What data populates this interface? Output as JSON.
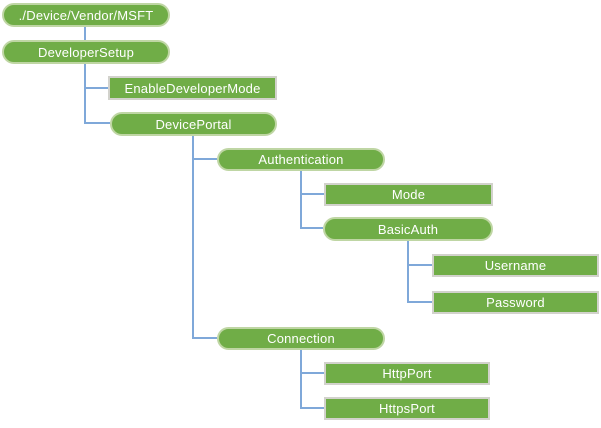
{
  "nodes": {
    "root": {
      "label": "./Device/Vendor/MSFT",
      "shape": "pill"
    },
    "developer_setup": {
      "label": "DeveloperSetup",
      "shape": "pill"
    },
    "enable_developer_mode": {
      "label": "EnableDeveloperMode",
      "shape": "rect"
    },
    "device_portal": {
      "label": "DevicePortal",
      "shape": "pill"
    },
    "authentication": {
      "label": "Authentication",
      "shape": "pill"
    },
    "mode": {
      "label": "Mode",
      "shape": "rect"
    },
    "basic_auth": {
      "label": "BasicAuth",
      "shape": "pill"
    },
    "username": {
      "label": "Username",
      "shape": "rect"
    },
    "password": {
      "label": "Password",
      "shape": "rect"
    },
    "connection": {
      "label": "Connection",
      "shape": "pill"
    },
    "http_port": {
      "label": "HttpPort",
      "shape": "rect"
    },
    "https_port": {
      "label": "HttpsPort",
      "shape": "rect"
    }
  },
  "hierarchy": {
    "./Device/Vendor/MSFT": [
      "DeveloperSetup"
    ],
    "DeveloperSetup": [
      "EnableDeveloperMode",
      "DevicePortal"
    ],
    "DevicePortal": [
      "Authentication",
      "Connection"
    ],
    "Authentication": [
      "Mode",
      "BasicAuth"
    ],
    "BasicAuth": [
      "Username",
      "Password"
    ],
    "Connection": [
      "HttpPort",
      "HttpsPort"
    ]
  },
  "colors": {
    "node_fill": "#70AD47",
    "node_text": "#FFFFFF",
    "connector": "#7FA8D9",
    "pill_border": "#BFD6A4",
    "rect_border": "#D2D2CC",
    "background": "#FFFFFF"
  }
}
